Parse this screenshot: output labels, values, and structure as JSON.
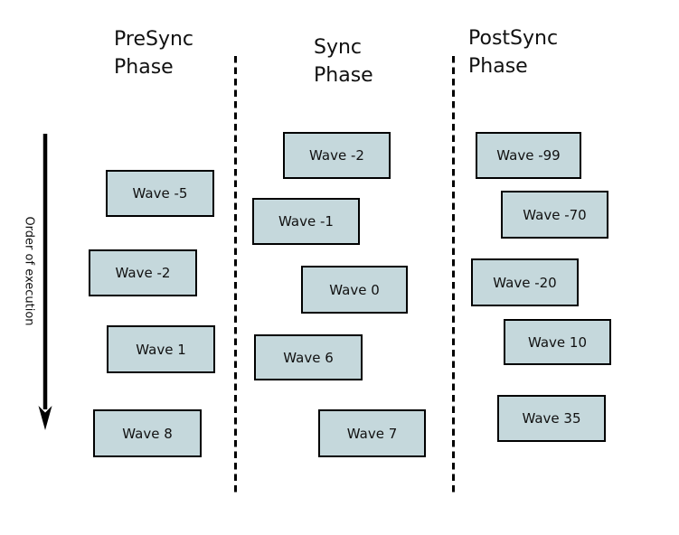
{
  "diagram": {
    "order_label": "Order of execution",
    "columns": [
      {
        "title_line1": "PreSync",
        "title_line2": "Phase",
        "waves": [
          "Wave -5",
          "Wave -2",
          "Wave 1",
          "Wave 8"
        ]
      },
      {
        "title_line1": "Sync",
        "title_line2": "Phase",
        "waves": [
          "Wave -2",
          "Wave -1",
          "Wave 0",
          "Wave 6",
          "Wave 7"
        ]
      },
      {
        "title_line1": "PostSync",
        "title_line2": "Phase",
        "waves": [
          "Wave -99",
          "Wave -70",
          "Wave -20",
          "Wave 10",
          "Wave 35"
        ]
      }
    ],
    "colors": {
      "background": "#ffffff",
      "box_fill": "#c5d8dc",
      "box_border": "#000000",
      "line_color": "#000000",
      "text_color": "#111111"
    }
  }
}
